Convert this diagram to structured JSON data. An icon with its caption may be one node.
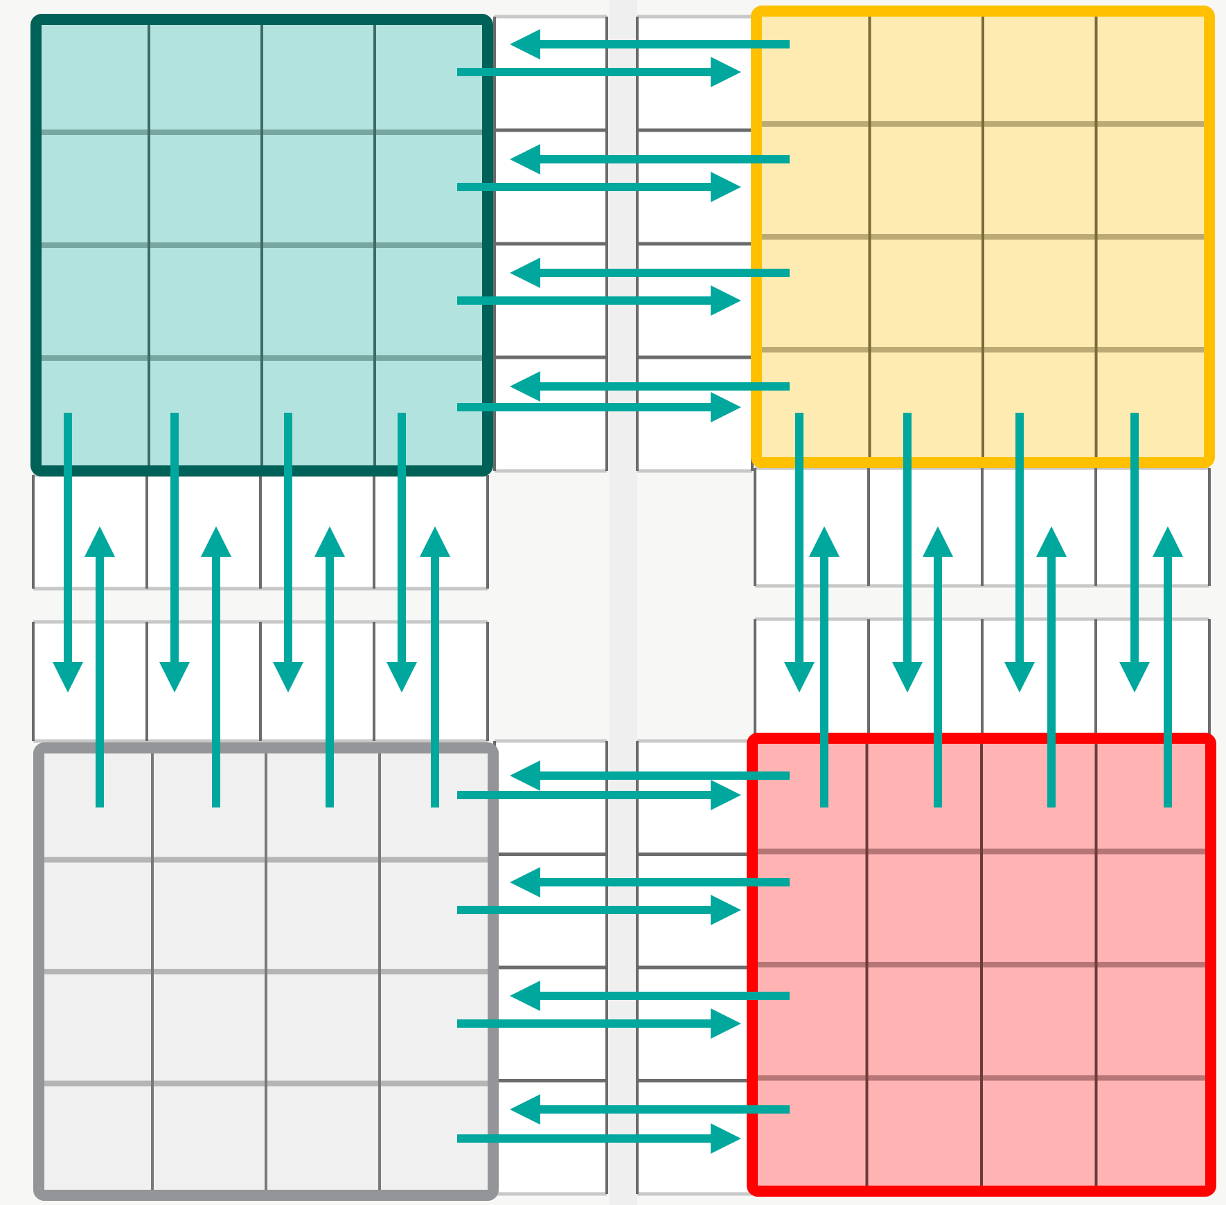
{
  "diagram": {
    "nodes": [
      {
        "text": [],
        "shape": "box"
      },
      {
        "text": [],
        "shape": "box"
      },
      {
        "text": [],
        "shape": "box"
      },
      {
        "text": [],
        "shape": "box"
      }
    ],
    "edges": [
      {
        "from": 1,
        "to": 0,
        "arrow": "to"
      },
      {
        "from": 0,
        "to": 1,
        "arrow": "to"
      },
      {
        "from": 1,
        "to": 0,
        "arrow": "to"
      },
      {
        "from": 0,
        "to": 1,
        "arrow": "to"
      },
      {
        "from": 1,
        "to": 0,
        "arrow": "to"
      },
      {
        "from": 0,
        "to": 1,
        "arrow": "to"
      },
      {
        "from": 1,
        "to": 0,
        "arrow": "to"
      },
      {
        "from": 0,
        "to": 1,
        "arrow": "to"
      },
      {
        "from": 0,
        "to": 2,
        "arrow": "to"
      },
      {
        "from": 2,
        "to": 0,
        "arrow": "to"
      },
      {
        "from": 0,
        "to": 2,
        "arrow": "to"
      },
      {
        "from": 2,
        "to": 0,
        "arrow": "to"
      },
      {
        "from": 0,
        "to": 2,
        "arrow": "to"
      },
      {
        "from": 2,
        "to": 0,
        "arrow": "to"
      },
      {
        "from": 0,
        "to": 2,
        "arrow": "to"
      },
      {
        "from": 2,
        "to": 0,
        "arrow": "to"
      },
      {
        "from": 1,
        "to": 3,
        "arrow": "to"
      },
      {
        "from": 3,
        "to": 1,
        "arrow": "to"
      },
      {
        "from": 1,
        "to": 3,
        "arrow": "to"
      },
      {
        "from": 3,
        "to": 1,
        "arrow": "to"
      },
      {
        "from": 1,
        "to": 3,
        "arrow": "to"
      },
      {
        "from": 3,
        "to": 1,
        "arrow": "to"
      },
      {
        "from": 1,
        "to": 3,
        "arrow": "to"
      },
      {
        "from": 3,
        "to": 1,
        "arrow": "to"
      },
      {
        "from": 3,
        "to": 2,
        "arrow": "to"
      },
      {
        "from": 2,
        "to": 3,
        "arrow": "to"
      },
      {
        "from": 3,
        "to": 2,
        "arrow": "to"
      },
      {
        "from": 2,
        "to": 3,
        "arrow": "to"
      },
      {
        "from": 3,
        "to": 2,
        "arrow": "to"
      },
      {
        "from": 2,
        "to": 3,
        "arrow": "to"
      },
      {
        "from": 3,
        "to": 2,
        "arrow": "to"
      },
      {
        "from": 2,
        "to": 3,
        "arrow": "to"
      }
    ]
  }
}
